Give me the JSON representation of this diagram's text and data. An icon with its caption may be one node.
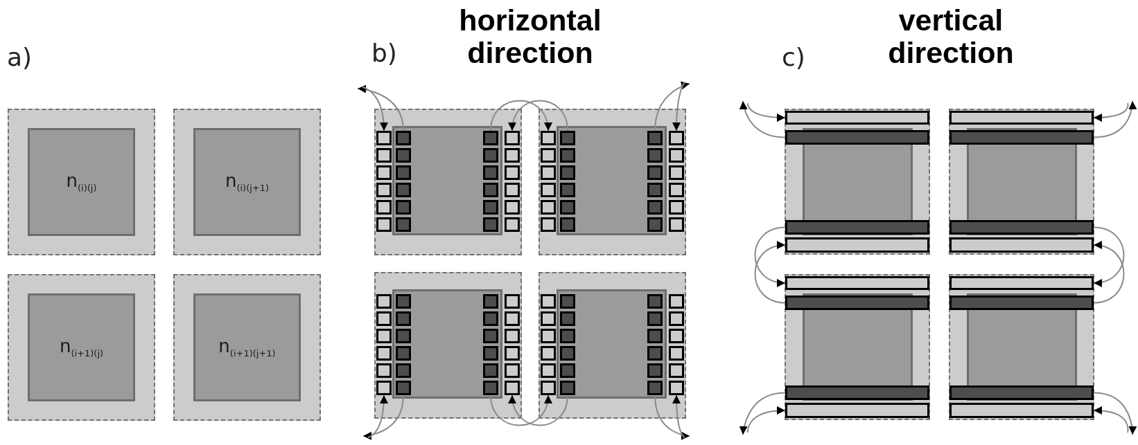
{
  "diagram": {
    "nodes": [
      {
        "text": [],
        "shape": "box"
      },
      {
        "text": [
          "n$_{(i)(j)}$"
        ],
        "in": 0
      },
      {
        "text": [],
        "shape": "box"
      },
      {
        "text": [
          "n$_{(i)(j+1)}$"
        ],
        "in": 2
      },
      {
        "text": [],
        "shape": "box"
      },
      {
        "text": [
          "n$_{(i+1)(j)}$"
        ],
        "in": 4
      },
      {
        "text": [],
        "shape": "box"
      },
      {
        "text": [
          "n$_{(i+1)(j+1)}$"
        ],
        "in": 6
      },
      {
        "text": [],
        "shape": "box"
      },
      {
        "text": [],
        "shape": "box",
        "in": 8
      },
      {
        "text": [],
        "shape": "bar",
        "in": 8
      },
      {
        "text": [],
        "shape": "bar",
        "in": 9
      },
      {
        "text": [],
        "shape": "bar",
        "in": 9
      },
      {
        "text": [],
        "shape": "bar",
        "in": 8
      },
      {
        "text": [],
        "shape": "box"
      },
      {
        "text": [],
        "shape": "box",
        "in": 14
      },
      {
        "text": [],
        "shape": "bar",
        "in": 14
      },
      {
        "text": [],
        "shape": "bar",
        "in": 15
      },
      {
        "text": [],
        "shape": "bar",
        "in": 15
      },
      {
        "text": [],
        "shape": "bar",
        "in": 14
      },
      {
        "text": [],
        "shape": "box"
      },
      {
        "text": [],
        "shape": "box",
        "in": 20
      },
      {
        "text": [],
        "shape": "bar",
        "in": 20
      },
      {
        "text": [],
        "shape": "bar",
        "in": 21
      },
      {
        "text": [],
        "shape": "bar",
        "in": 21
      },
      {
        "text": [],
        "shape": "bar",
        "in": 20
      },
      {
        "text": [],
        "shape": "box"
      },
      {
        "text": [],
        "shape": "box",
        "in": 26
      },
      {
        "text": [],
        "shape": "bar",
        "in": 26
      },
      {
        "text": [],
        "shape": "bar",
        "in": 27
      },
      {
        "text": [],
        "shape": "bar",
        "in": 27
      },
      {
        "text": [],
        "shape": "bar",
        "in": 26
      },
      {
        "text": [],
        "shape": "box"
      },
      {
        "text": [],
        "shape": "box",
        "in": 32
      },
      {
        "text": [],
        "shape": "bar",
        "in": 32
      },
      {
        "text": [],
        "shape": "bar",
        "in": 32
      },
      {
        "text": [],
        "shape": "bar",
        "in": 32
      },
      {
        "text": [],
        "shape": "bar",
        "in": 32
      },
      {
        "text": [],
        "shape": "box"
      },
      {
        "text": [],
        "shape": "box",
        "in": 38
      },
      {
        "text": [],
        "shape": "bar",
        "in": 38
      },
      {
        "text": [],
        "shape": "bar",
        "in": 38
      },
      {
        "text": [],
        "shape": "bar",
        "in": 38
      },
      {
        "text": [],
        "shape": "bar",
        "in": 38
      },
      {
        "text": [],
        "shape": "box"
      },
      {
        "text": [],
        "shape": "box",
        "in": 44
      },
      {
        "text": [],
        "shape": "bar",
        "in": 44
      },
      {
        "text": [],
        "shape": "bar",
        "in": 44
      },
      {
        "text": [],
        "shape": "bar",
        "in": 44
      },
      {
        "text": [],
        "shape": "bar",
        "in": 44
      },
      {
        "text": [],
        "shape": "box"
      },
      {
        "text": [],
        "shape": "box",
        "in": 50
      },
      {
        "text": [],
        "shape": "bar",
        "in": 50
      },
      {
        "text": [],
        "shape": "bar",
        "in": 50
      },
      {
        "text": [],
        "shape": "bar",
        "in": 50
      },
      {
        "text": [],
        "shape": "bar",
        "in": 50
      }
    ],
    "edges": [
      {
        "from": 11,
        "to": null,
        "arrow": "to"
      },
      {
        "from": null,
        "to": 10,
        "arrow": "to"
      },
      {
        "from": 12,
        "to": 16,
        "arrow": "to"
      },
      {
        "from": 17,
        "to": 13,
        "arrow": "to"
      },
      {
        "from": 18,
        "to": null,
        "arrow": "to"
      },
      {
        "from": null,
        "to": 19,
        "arrow": "to"
      },
      {
        "from": 23,
        "to": null,
        "arrow": "to"
      },
      {
        "from": null,
        "to": 22,
        "arrow": "to"
      },
      {
        "from": 24,
        "to": 28,
        "arrow": "to"
      },
      {
        "from": 29,
        "to": 25,
        "arrow": "to"
      },
      {
        "from": 30,
        "to": null,
        "arrow": "to"
      },
      {
        "from": null,
        "to": 31,
        "arrow": "to"
      },
      {
        "from": 35,
        "to": null,
        "arrow": "to"
      },
      {
        "from": null,
        "to": 34,
        "arrow": "to"
      },
      {
        "from": 36,
        "to": 46,
        "arrow": "to"
      },
      {
        "from": 47,
        "to": 37,
        "arrow": "to"
      },
      {
        "from": 48,
        "to": null,
        "arrow": "to"
      },
      {
        "from": null,
        "to": 49,
        "arrow": "to"
      },
      {
        "from": 41,
        "to": null,
        "arrow": "to"
      },
      {
        "from": null,
        "to": 40,
        "arrow": "to"
      },
      {
        "from": 42,
        "to": 52,
        "arrow": "to"
      },
      {
        "from": 53,
        "to": 43,
        "arrow": "to"
      },
      {
        "from": 54,
        "to": null,
        "arrow": "to"
      },
      {
        "from": null,
        "to": 55,
        "arrow": "to"
      }
    ],
    "labels": [
      "a)",
      "b)",
      "horizontal direction",
      "c)",
      "vertical direction"
    ]
  }
}
